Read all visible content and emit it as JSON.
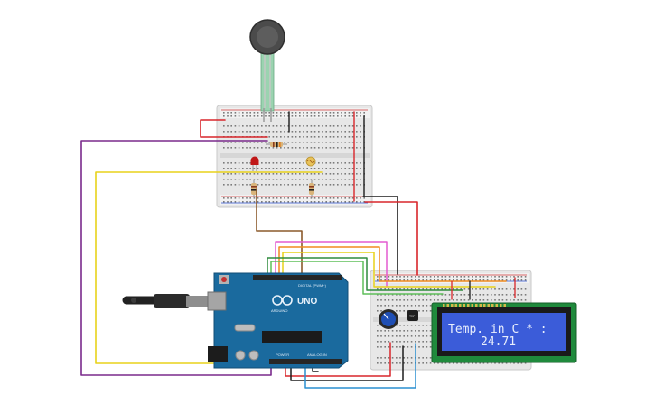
{
  "lcd": {
    "line1": "Temp. in C * :",
    "line2": "24.71",
    "backlight_color": "#3b5cd9",
    "bezel_color": "#1f8a3c"
  },
  "arduino": {
    "model_label": "UNO",
    "brand_label": "ARDUINO",
    "header_label": "DIGITAL (PWM~)",
    "power_label": "POWER",
    "analog_label": "ANALOG IN",
    "board_color": "#1a6a9e"
  },
  "components": {
    "force_sensor": "force-sensitive-resistor",
    "photoresistor": "photoresistor",
    "led": "red-led",
    "potentiometer": "potentiometer",
    "temperature_sensor": "temperature-sensor",
    "usb": "usb-cable"
  },
  "wire_colors": {
    "red": "#d9262b",
    "black": "#1d1d1d",
    "purple": "#7a2a8c",
    "yellow": "#e8d21a",
    "brown": "#8b5a2b",
    "green": "#2e8b3d",
    "orange": "#f08a1e",
    "pink": "#e35bd0",
    "blue": "#2a8fd1"
  }
}
